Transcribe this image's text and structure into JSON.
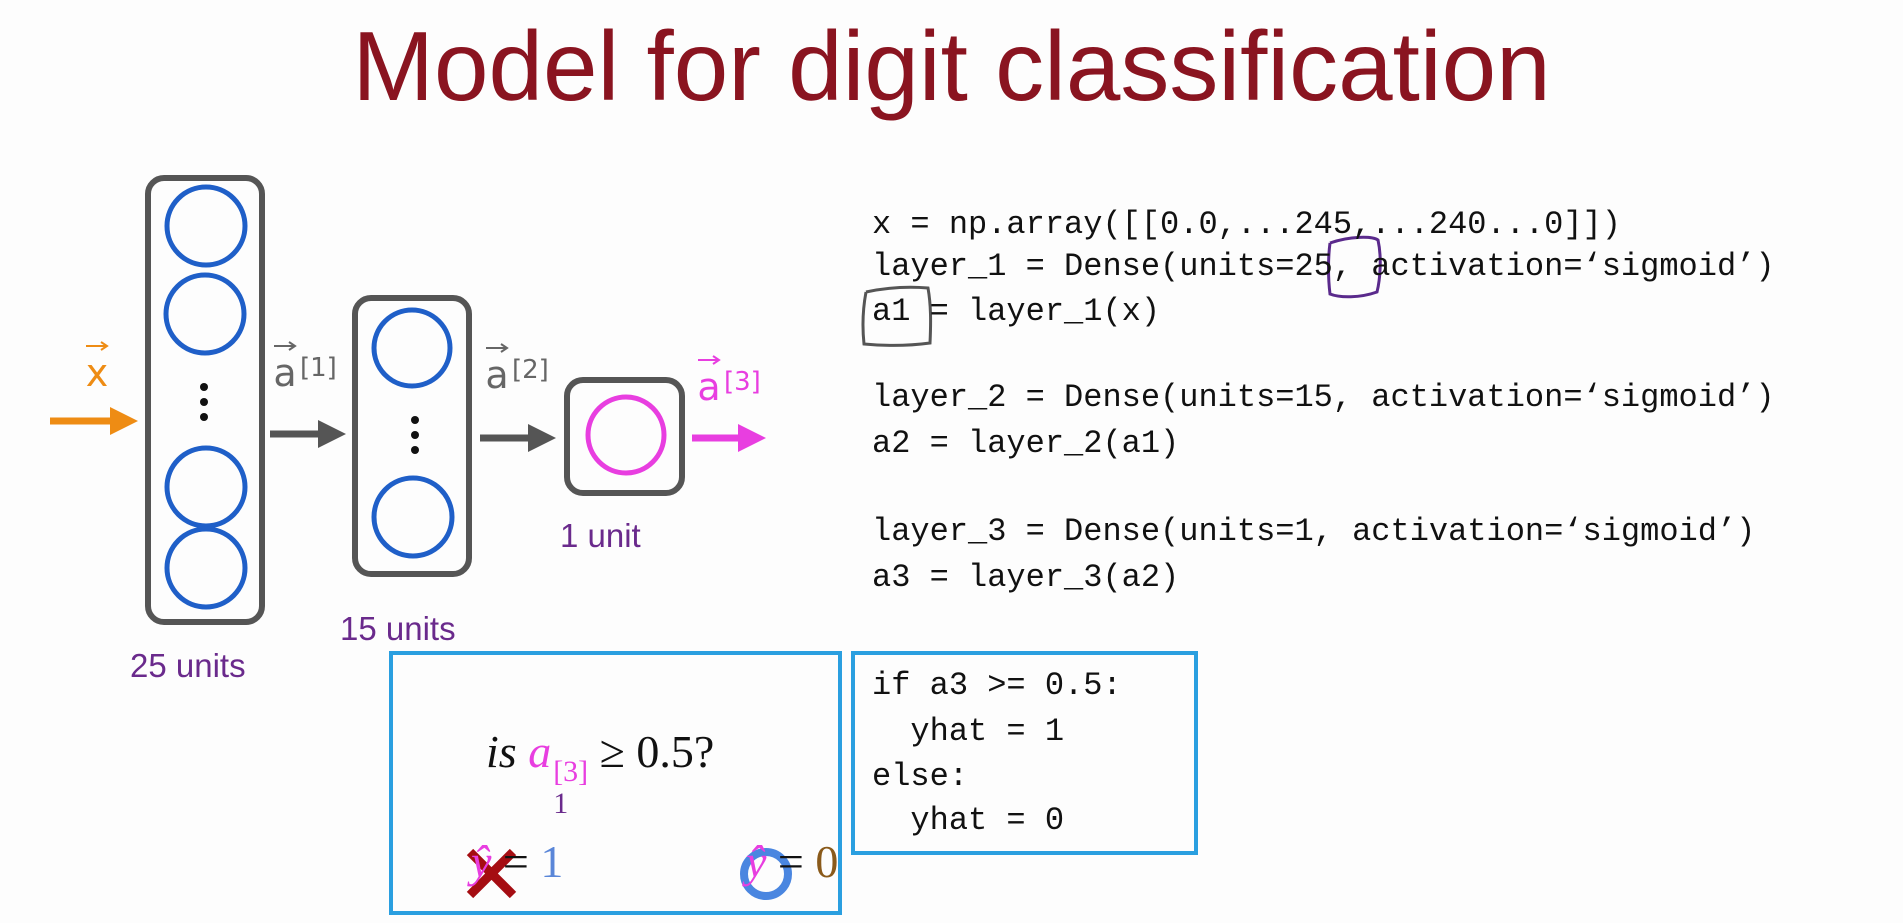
{
  "title": "Model for digit classification",
  "network": {
    "input_label": "x",
    "arrow_labels": [
      {
        "base": "a",
        "sup": "[1]"
      },
      {
        "base": "a",
        "sup": "[2]"
      },
      {
        "base": "a",
        "sup": "[3]"
      }
    ],
    "layers": [
      {
        "units_label": "25 units"
      },
      {
        "units_label": "15 units"
      },
      {
        "units_label": "1 unit"
      }
    ],
    "colors": {
      "input": "#ee8c14",
      "neuron": "#1f5fc8",
      "output": "#e83ee0",
      "box": "#555555",
      "units_text": "#6a2a8c"
    }
  },
  "code": {
    "lines": [
      "x = np.array([[0.0,...245,...240...0]])",
      "layer_1 = Dense(units=25, activation=‘sigmoid’)",
      "a1 = layer_1(x)",
      "layer_2 = Dense(units=15, activation=‘sigmoid’)",
      "a2 = layer_2(a1)",
      "layer_3 = Dense(units=1, activation=‘sigmoid’)",
      "a3 = layer_3(a2)"
    ]
  },
  "decision": {
    "question_prefix": "is",
    "var": "a",
    "var_sub": "1",
    "var_sup": "[3]",
    "question_suffix": "≥ 0.5?",
    "yhat": "ŷ",
    "equals": "=",
    "outcome_1_value": "1",
    "outcome_0_value": "0",
    "outcome_1_icon": "cross-icon",
    "outcome_0_icon": "circle-icon",
    "box_color": "#2a9fe0"
  },
  "threshold_code": {
    "lines": [
      "if a3 >= 0.5:",
      "  yhat = 1",
      "else:",
      "  yhat = 0"
    ]
  }
}
